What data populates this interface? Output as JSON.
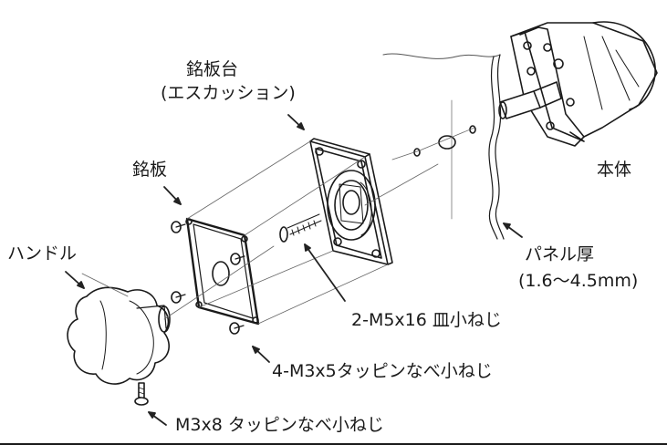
{
  "labels": {
    "escutcheon_line1": "銘板台",
    "escutcheon_line2": "(エスカッション)",
    "nameplate": "銘板",
    "handle": "ハンドル",
    "body": "本体",
    "panel_thickness_line1": "パネル厚",
    "panel_thickness_line2": "(1.6〜4.5mm)",
    "flat_screw": "2-M5x16 皿小ねじ",
    "tapping_screw_4": "4-M3x5タッピンなべ小ねじ",
    "tapping_screw_1": "M3x8 タッピンなべ小ねじ"
  },
  "colors": {
    "line": "#1a1a1a",
    "background": "#ffffff",
    "leader": "#222222"
  }
}
